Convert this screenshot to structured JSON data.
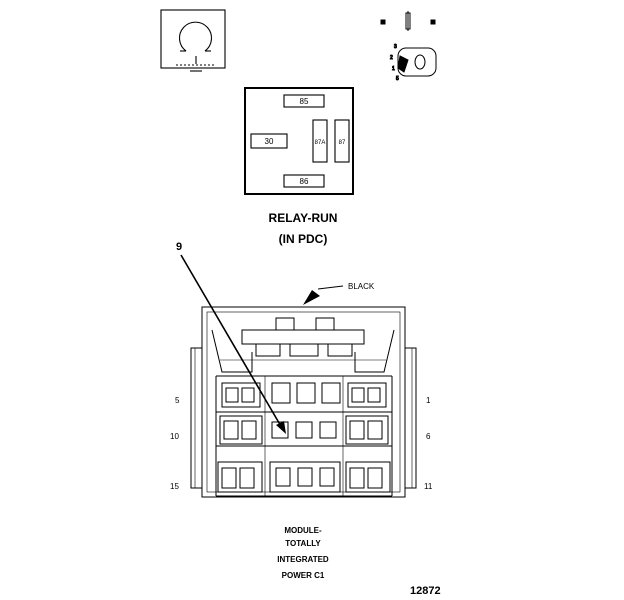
{
  "relay": {
    "title_line1": "RELAY-RUN",
    "title_line2": "(IN PDC)",
    "terminals": {
      "t85": "85",
      "t30": "30",
      "t87a": "87A",
      "t87": "87",
      "t86": "86"
    }
  },
  "connector": {
    "callout_number": "9",
    "color_label": "BLACK",
    "pin_labels": {
      "p5": "5",
      "p1": "1",
      "p10": "10",
      "p6": "6",
      "p15": "15",
      "p11": "11"
    },
    "module_label": {
      "line1": "MODULE-",
      "line2": "TOTALLY",
      "line3": "INTEGRATED",
      "line4": "POWER C1"
    }
  },
  "figure_number": "12872",
  "icons": [
    "coil-schematic-icon",
    "relay-side-view-icon",
    "locking-tab-icon"
  ]
}
